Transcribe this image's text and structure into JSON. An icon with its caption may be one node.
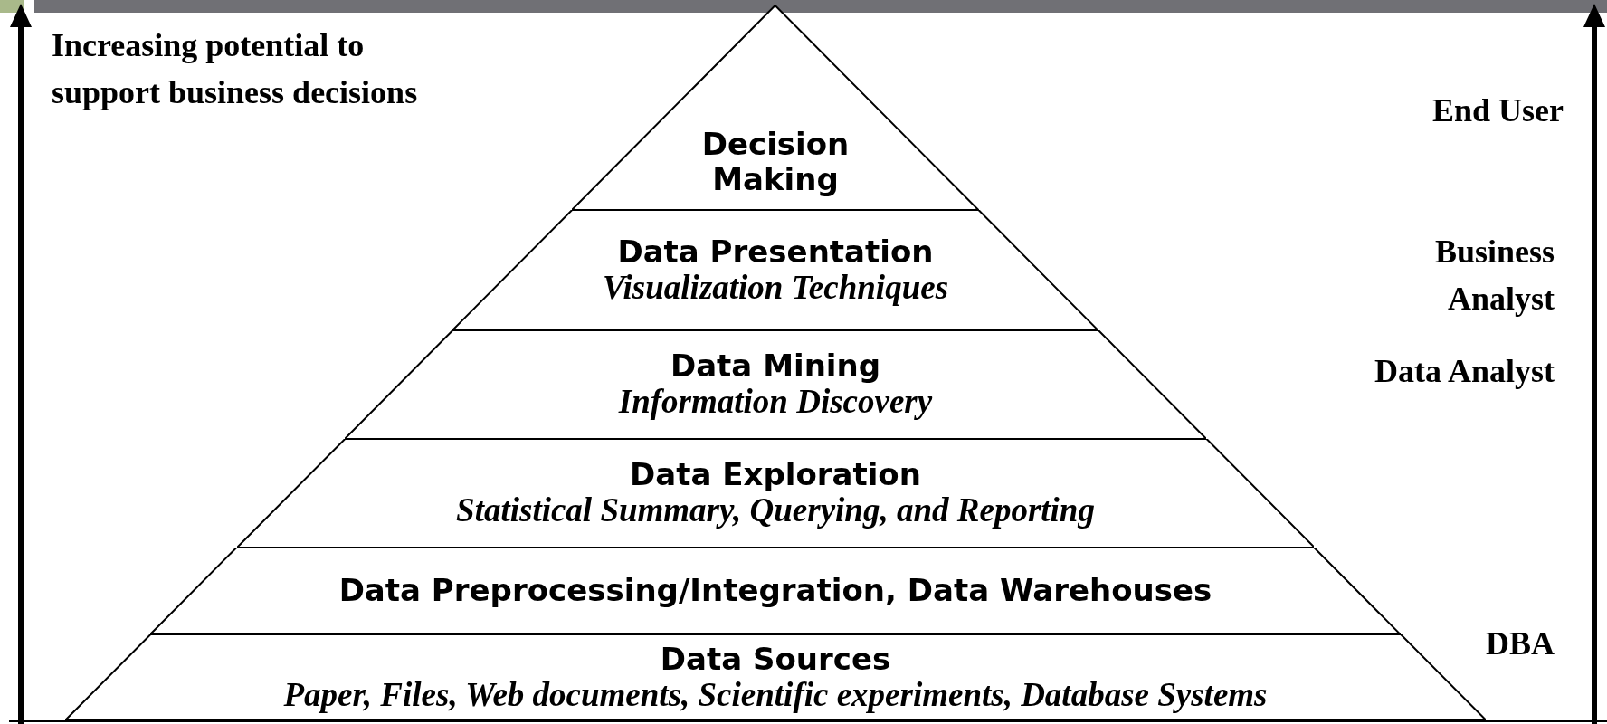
{
  "diagram": {
    "nodes": [
      {
        "text": [
          "Decision Making"
        ]
      },
      {
        "text": [
          "Data Presentation",
          "Visualization Techniques"
        ]
      },
      {
        "text": [
          "Data Mining",
          "Information Discovery"
        ]
      },
      {
        "text": [
          "Data Exploration",
          "Statistical Summary, Querying, and Reporting"
        ]
      },
      {
        "text": [
          "Data Preprocessing/Integration, Data Warehouses"
        ]
      },
      {
        "text": [
          "Data Sources",
          "Paper, Files, Web documents, Scientific experiments, Database Systems"
        ]
      }
    ],
    "labels": [
      "Increasing potential to support business decisions",
      "End User",
      "Business Analyst",
      "Data Analyst",
      "DBA"
    ]
  }
}
